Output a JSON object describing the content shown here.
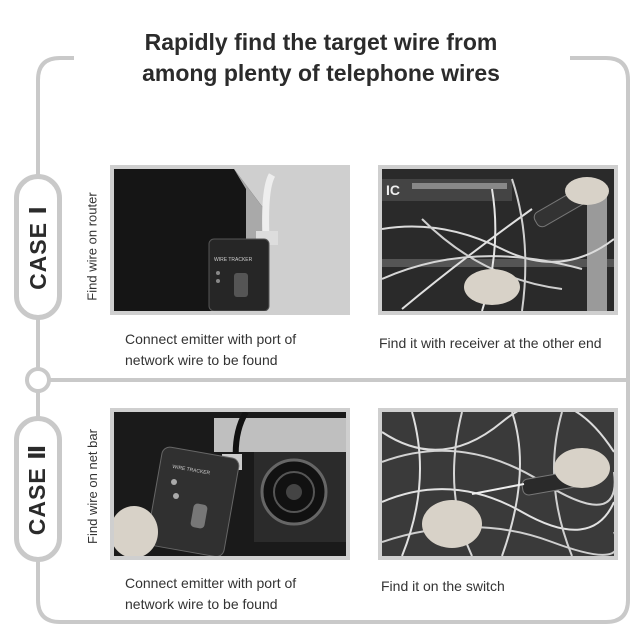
{
  "title_line1": "Rapidly find the target wire from",
  "title_line2": "among plenty of telephone wires",
  "case1": {
    "label": "CASE Ⅰ",
    "side_label": "Find wire on router",
    "left_caption_line1": "Connect emitter with port of",
    "left_caption_line2": "network wire to be found",
    "right_caption": "Find it with receiver at the other end"
  },
  "case2": {
    "label": "CASE Ⅱ",
    "side_label": "Find wire on net bar",
    "left_caption_line1": "Connect emitter with port of",
    "left_caption_line2": "network wire to be found",
    "right_caption": "Find it on the switch"
  },
  "device_label": "WIRE TRACKER",
  "rack_badge": "IC"
}
